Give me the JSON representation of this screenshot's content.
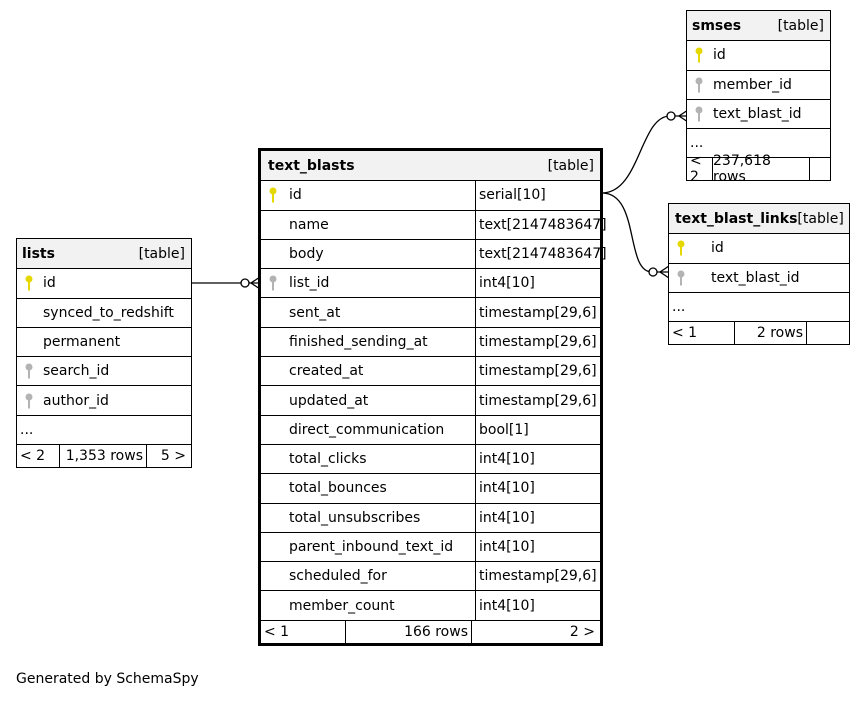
{
  "tables": {
    "smses": {
      "name": "smses",
      "type": "[table]",
      "columns": [
        "id",
        "member_id",
        "text_blast_id"
      ],
      "ellipsis": "...",
      "footer": {
        "left": "< 2",
        "rows": "237,618 rows",
        "right": ""
      }
    },
    "text_blasts": {
      "name": "text_blasts",
      "type": "[table]",
      "columns": [
        {
          "name": "id",
          "type": "serial[10]"
        },
        {
          "name": "name",
          "type": "text[2147483647]"
        },
        {
          "name": "body",
          "type": "text[2147483647]"
        },
        {
          "name": "list_id",
          "type": "int4[10]"
        },
        {
          "name": "sent_at",
          "type": "timestamp[29,6]"
        },
        {
          "name": "finished_sending_at",
          "type": "timestamp[29,6]"
        },
        {
          "name": "created_at",
          "type": "timestamp[29,6]"
        },
        {
          "name": "updated_at",
          "type": "timestamp[29,6]"
        },
        {
          "name": "direct_communication",
          "type": "bool[1]"
        },
        {
          "name": "total_clicks",
          "type": "int4[10]"
        },
        {
          "name": "total_bounces",
          "type": "int4[10]"
        },
        {
          "name": "total_unsubscribes",
          "type": "int4[10]"
        },
        {
          "name": "parent_inbound_text_id",
          "type": "int4[10]"
        },
        {
          "name": "scheduled_for",
          "type": "timestamp[29,6]"
        },
        {
          "name": "member_count",
          "type": "int4[10]"
        }
      ],
      "footer": {
        "left": "< 1",
        "rows": "166 rows",
        "right": "2 >"
      }
    },
    "lists": {
      "name": "lists",
      "type": "[table]",
      "columns": [
        "id",
        "synced_to_redshift",
        "permanent",
        "search_id",
        "author_id"
      ],
      "ellipsis": "...",
      "footer": {
        "left": "< 2",
        "rows": "1,353 rows",
        "right": "5 >"
      }
    },
    "text_blast_links": {
      "name": "text_blast_links",
      "type": "[table]",
      "columns": [
        "id",
        "text_blast_id"
      ],
      "ellipsis": "...",
      "footer": {
        "left": "< 1",
        "rows": "2 rows",
        "right": ""
      }
    }
  },
  "colors": {
    "primary_key": "#e5d800",
    "foreign_key": "#b3b3b3",
    "header_bg": "#f2f2f2"
  },
  "icons": {
    "primary_key": "key-icon",
    "foreign_key": "key-icon"
  },
  "footer_text": "Generated by SchemaSpy"
}
